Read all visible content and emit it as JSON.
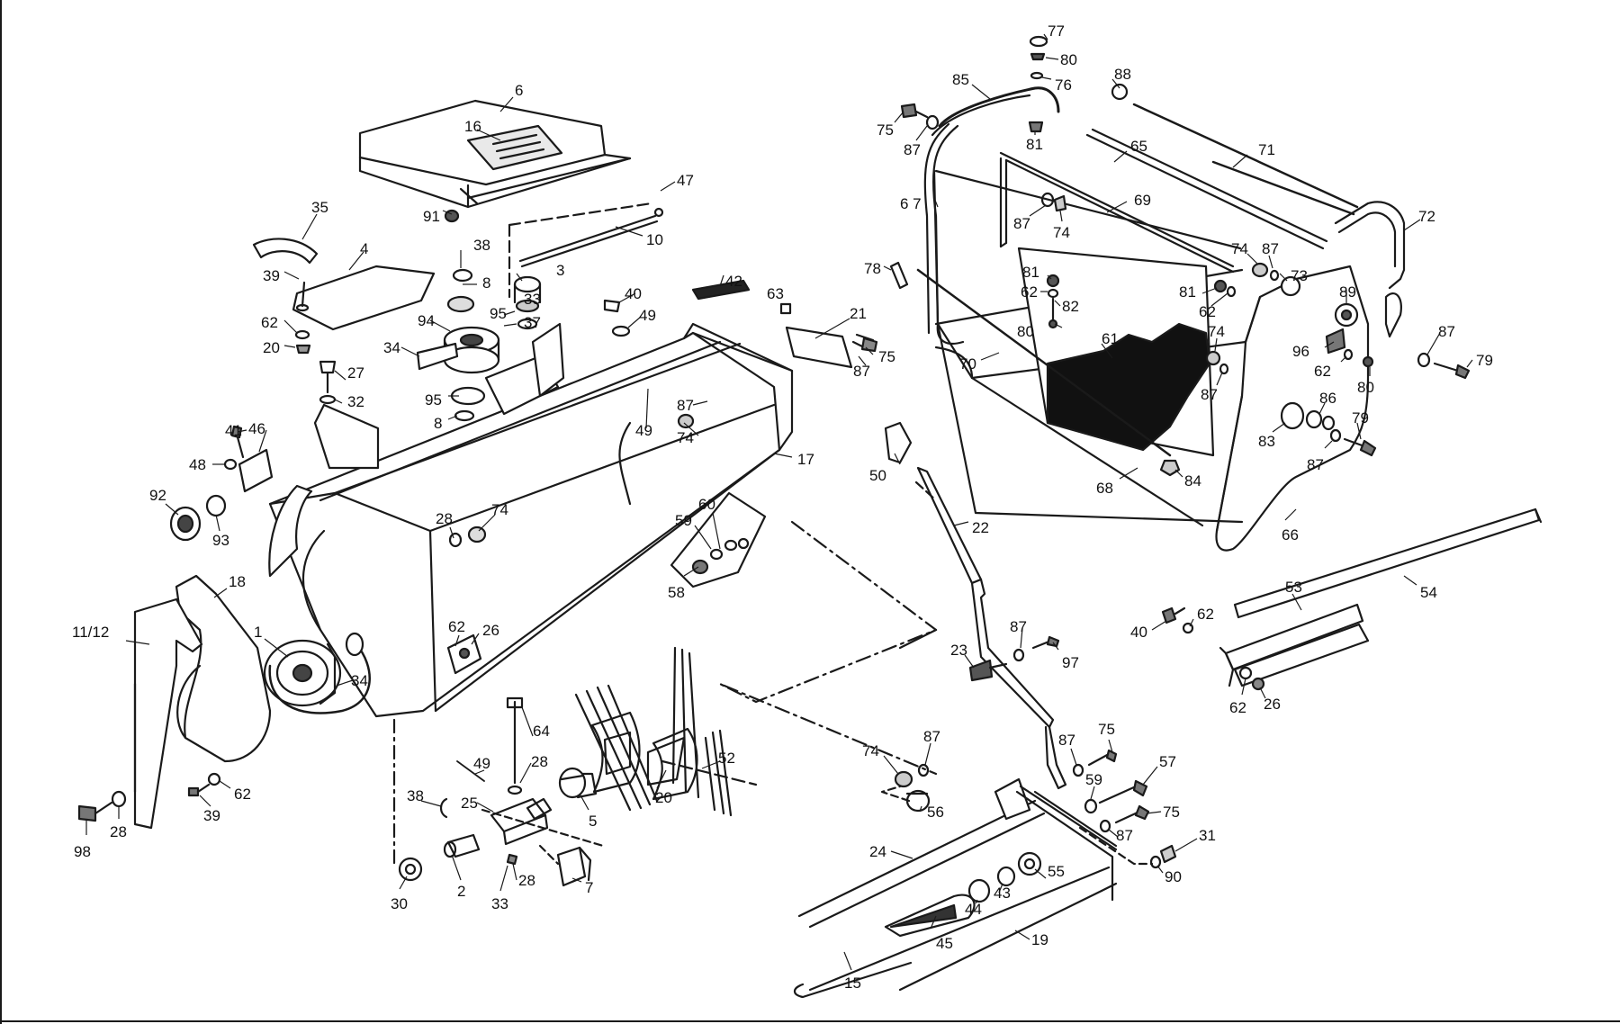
{
  "diagram": {
    "labels": [
      {
        "id": "6",
        "text": "6"
      },
      {
        "id": "16",
        "text": "16"
      },
      {
        "id": "47",
        "text": "47"
      },
      {
        "id": "91",
        "text": "91"
      },
      {
        "id": "10",
        "text": "10"
      },
      {
        "id": "35",
        "text": "35"
      },
      {
        "id": "4",
        "text": "4"
      },
      {
        "id": "39a",
        "text": "39"
      },
      {
        "id": "62a",
        "text": "62"
      },
      {
        "id": "20a",
        "text": "20"
      },
      {
        "id": "38a",
        "text": "38"
      },
      {
        "id": "8a",
        "text": "8"
      },
      {
        "id": "3",
        "text": "3"
      },
      {
        "id": "33a",
        "text": "33"
      },
      {
        "id": "95a",
        "text": "95"
      },
      {
        "id": "37",
        "text": "37"
      },
      {
        "id": "94",
        "text": "94"
      },
      {
        "id": "34a",
        "text": "34"
      },
      {
        "id": "27",
        "text": "27"
      },
      {
        "id": "32",
        "text": "32"
      },
      {
        "id": "95b",
        "text": "95"
      },
      {
        "id": "8b",
        "text": "8"
      },
      {
        "id": "40a",
        "text": "40"
      },
      {
        "id": "49a",
        "text": "49"
      },
      {
        "id": "42",
        "text": "42"
      },
      {
        "id": "63",
        "text": "63"
      },
      {
        "id": "21",
        "text": "21"
      },
      {
        "id": "75a",
        "text": "75"
      },
      {
        "id": "87a",
        "text": "87"
      },
      {
        "id": "41",
        "text": "41"
      },
      {
        "id": "46",
        "text": "46"
      },
      {
        "id": "48",
        "text": "48"
      },
      {
        "id": "92",
        "text": "92"
      },
      {
        "id": "93",
        "text": "93"
      },
      {
        "id": "87b",
        "text": "87"
      },
      {
        "id": "49b",
        "text": "49"
      },
      {
        "id": "74a",
        "text": "74"
      },
      {
        "id": "17",
        "text": "17"
      },
      {
        "id": "28a",
        "text": "28"
      },
      {
        "id": "74b",
        "text": "74"
      },
      {
        "id": "60",
        "text": "60"
      },
      {
        "id": "59a",
        "text": "59"
      },
      {
        "id": "58",
        "text": "58"
      },
      {
        "id": "18",
        "text": "18"
      },
      {
        "id": "11-12",
        "text": "11/12"
      },
      {
        "id": "1",
        "text": "1"
      },
      {
        "id": "62b",
        "text": "62"
      },
      {
        "id": "26a",
        "text": "26"
      },
      {
        "id": "34b",
        "text": "34"
      },
      {
        "id": "98",
        "text": "98"
      },
      {
        "id": "28b",
        "text": "28"
      },
      {
        "id": "39b",
        "text": "39"
      },
      {
        "id": "62c",
        "text": "62"
      },
      {
        "id": "64",
        "text": "64"
      },
      {
        "id": "49c",
        "text": "49"
      },
      {
        "id": "28c",
        "text": "28"
      },
      {
        "id": "38b",
        "text": "38"
      },
      {
        "id": "25",
        "text": "25"
      },
      {
        "id": "5",
        "text": "5"
      },
      {
        "id": "20b",
        "text": "20"
      },
      {
        "id": "52",
        "text": "52"
      },
      {
        "id": "2",
        "text": "2"
      },
      {
        "id": "28d",
        "text": "28"
      },
      {
        "id": "7",
        "text": "7"
      },
      {
        "id": "30",
        "text": "30"
      },
      {
        "id": "33b",
        "text": "33"
      },
      {
        "id": "77",
        "text": "77"
      },
      {
        "id": "80a",
        "text": "80"
      },
      {
        "id": "76",
        "text": "76"
      },
      {
        "id": "88",
        "text": "88"
      },
      {
        "id": "85",
        "text": "85"
      },
      {
        "id": "75b",
        "text": "75"
      },
      {
        "id": "87c",
        "text": "87"
      },
      {
        "id": "81a",
        "text": "81"
      },
      {
        "id": "65",
        "text": "65"
      },
      {
        "id": "71",
        "text": "71"
      },
      {
        "id": "67",
        "text": "6 7"
      },
      {
        "id": "69",
        "text": "69"
      },
      {
        "id": "87d",
        "text": "87"
      },
      {
        "id": "74c",
        "text": "74"
      },
      {
        "id": "72",
        "text": "72"
      },
      {
        "id": "74d",
        "text": "74"
      },
      {
        "id": "87e",
        "text": "87"
      },
      {
        "id": "73",
        "text": "73"
      },
      {
        "id": "78",
        "text": "78"
      },
      {
        "id": "81b",
        "text": "81"
      },
      {
        "id": "62d",
        "text": "62"
      },
      {
        "id": "82",
        "text": "82"
      },
      {
        "id": "80b",
        "text": "80"
      },
      {
        "id": "81c",
        "text": "81"
      },
      {
        "id": "62e",
        "text": "62"
      },
      {
        "id": "89",
        "text": "89"
      },
      {
        "id": "87f",
        "text": "87"
      },
      {
        "id": "79a",
        "text": "79"
      },
      {
        "id": "70",
        "text": "70"
      },
      {
        "id": "61",
        "text": "61"
      },
      {
        "id": "74e",
        "text": "74"
      },
      {
        "id": "87g",
        "text": "87"
      },
      {
        "id": "96",
        "text": "96"
      },
      {
        "id": "62f",
        "text": "62"
      },
      {
        "id": "80c",
        "text": "80"
      },
      {
        "id": "83",
        "text": "83"
      },
      {
        "id": "86",
        "text": "86"
      },
      {
        "id": "79b",
        "text": "79"
      },
      {
        "id": "87h",
        "text": "87"
      },
      {
        "id": "84",
        "text": "84"
      },
      {
        "id": "68",
        "text": "68"
      },
      {
        "id": "66",
        "text": "66"
      },
      {
        "id": "50",
        "text": "50"
      },
      {
        "id": "22",
        "text": "22"
      },
      {
        "id": "87i",
        "text": "87"
      },
      {
        "id": "97",
        "text": "97"
      },
      {
        "id": "23",
        "text": "23"
      },
      {
        "id": "53",
        "text": "53"
      },
      {
        "id": "54",
        "text": "54"
      },
      {
        "id": "40b",
        "text": "40"
      },
      {
        "id": "62g",
        "text": "62"
      },
      {
        "id": "62h",
        "text": "62"
      },
      {
        "id": "26b",
        "text": "26"
      },
      {
        "id": "74f",
        "text": "74"
      },
      {
        "id": "87j",
        "text": "87"
      },
      {
        "id": "87k",
        "text": "87"
      },
      {
        "id": "75c",
        "text": "75"
      },
      {
        "id": "57",
        "text": "57"
      },
      {
        "id": "59b",
        "text": "59"
      },
      {
        "id": "56",
        "text": "56"
      },
      {
        "id": "75d",
        "text": "75"
      },
      {
        "id": "87l",
        "text": "87"
      },
      {
        "id": "31",
        "text": "31"
      },
      {
        "id": "24",
        "text": "24"
      },
      {
        "id": "90",
        "text": "90"
      },
      {
        "id": "55",
        "text": "55"
      },
      {
        "id": "43",
        "text": "43"
      },
      {
        "id": "44",
        "text": "44"
      },
      {
        "id": "45",
        "text": "45"
      },
      {
        "id": "19",
        "text": "19"
      },
      {
        "id": "15",
        "text": "15"
      }
    ]
  }
}
